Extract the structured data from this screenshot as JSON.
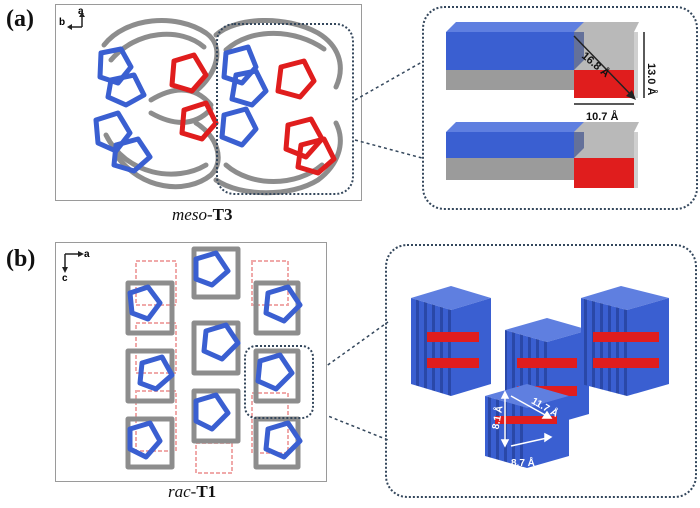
{
  "panel_a": {
    "label": "(a)",
    "caption_prefix": "meso-",
    "caption_bold": "T3",
    "axis_up": "a",
    "axis_left": "b",
    "dim_diag": "16.8 Å",
    "dim_height": "13.0 Å",
    "dim_width": "10.7 Å"
  },
  "panel_b": {
    "label": "(b)",
    "caption_prefix": "rac-",
    "caption_bold": "T1",
    "axis_right": "a",
    "axis_down": "c",
    "dim_vertical": "8.1 Å",
    "dim_diag": "11.7 Å",
    "dim_bottom": "8.7 Å"
  },
  "colors": {
    "blue": "#3a5fd1",
    "red": "#e01d1d",
    "gray": "#8d8d8d",
    "frame_dots": "#34475c"
  }
}
